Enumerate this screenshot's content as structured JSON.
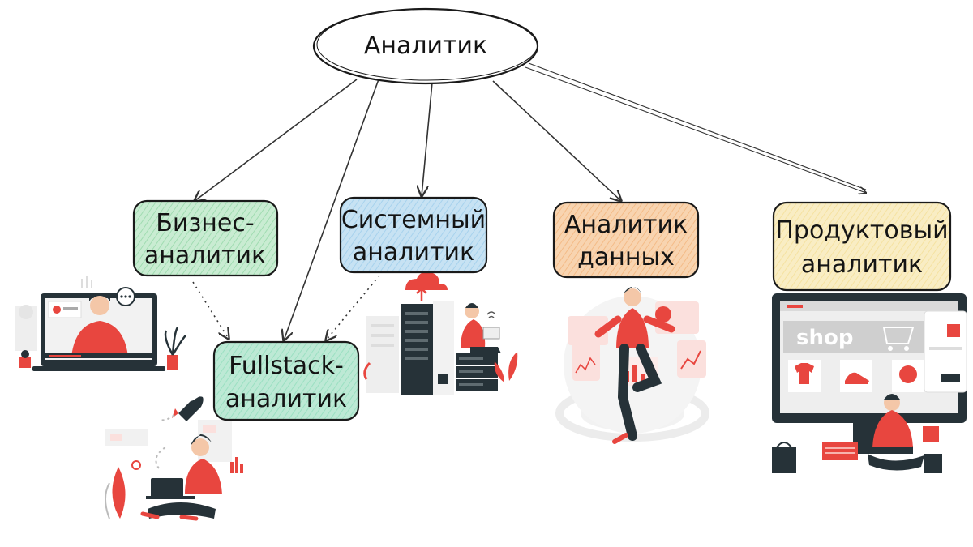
{
  "root": {
    "label": "Аналитик"
  },
  "nodes": [
    {
      "id": "business",
      "lines": [
        "Бизнес-",
        "аналитик"
      ],
      "color": "#c9ecd2"
    },
    {
      "id": "system",
      "lines": [
        "Системный",
        "аналитик"
      ],
      "color": "#c7e2f3"
    },
    {
      "id": "data",
      "lines": [
        "Аналитик",
        "данных"
      ],
      "color": "#f8d4b0"
    },
    {
      "id": "product",
      "lines": [
        "Продуктовый",
        "аналитик"
      ],
      "color": "#f9edc4"
    },
    {
      "id": "fullstack",
      "lines": [
        "Fullstack-",
        "аналитик"
      ],
      "color": "#bde9d5"
    }
  ],
  "illustrations": {
    "shop_sign": "shop"
  },
  "colors": {
    "accent_red": "#e8463f",
    "dark": "#263238",
    "gray": "#dcdcdc"
  },
  "icons": [
    "video-call-illustration",
    "server-rack-illustration",
    "data-dashboard-illustration",
    "online-shop-illustration",
    "laptop-rocket-illustration"
  ]
}
